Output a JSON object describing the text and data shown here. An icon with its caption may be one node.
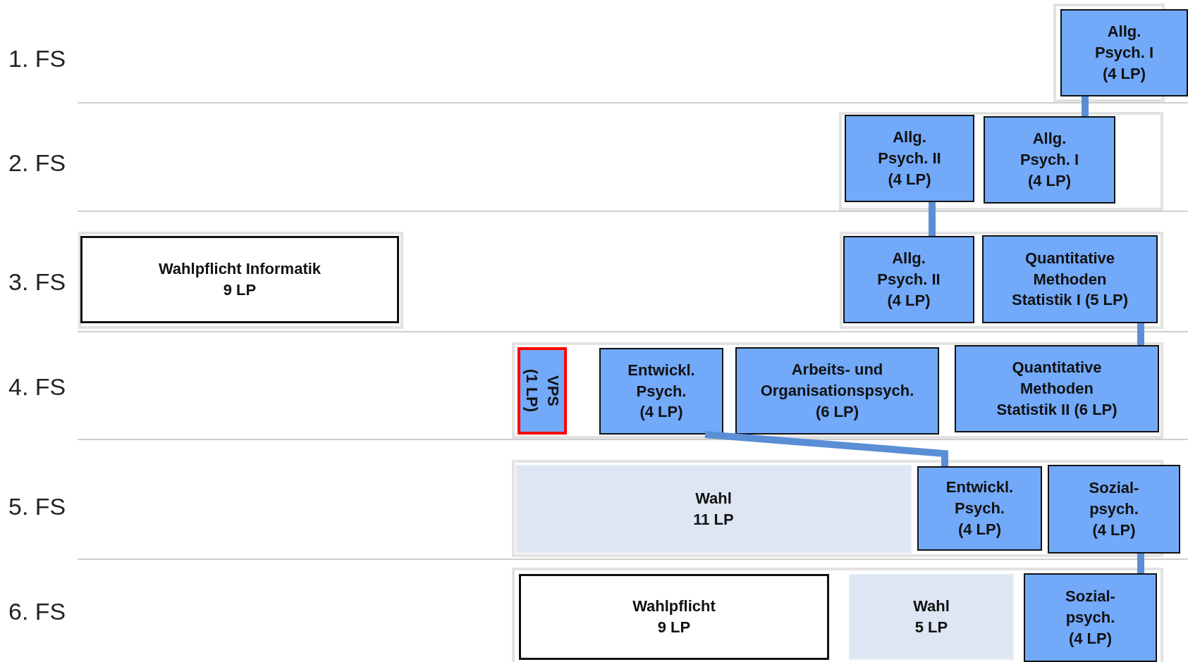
{
  "diagram": {
    "nodes": [
      {
        "text": [
          "Allg. Psych. I (4 LP)"
        ]
      },
      {
        "text": [
          "Allg. Psych. II (4 LP)"
        ]
      },
      {
        "text": [
          "Allg. Psych. I (4 LP)"
        ]
      },
      {
        "text": [
          "Wahlpflicht Informatik 9 LP"
        ]
      },
      {
        "text": [
          "Allg. Psych. II (4 LP)"
        ]
      },
      {
        "text": [
          "Quantitative Methoden Statistik I (5 LP)"
        ]
      },
      {
        "text": [
          "VPS (1 LP)"
        ]
      },
      {
        "text": [
          "Entwickl. Psych. (4 LP)"
        ]
      },
      {
        "text": [
          "Arbeits- und Organisationspsych. (6 LP)"
        ]
      },
      {
        "text": [
          "Quantitative Methoden Statistik II (6 LP)"
        ]
      },
      {
        "text": [
          "Wahl 11 LP"
        ]
      },
      {
        "text": [
          "Entwickl. Psych. (4 LP)"
        ]
      },
      {
        "text": [
          "Sozial- psych. (4 LP)"
        ]
      },
      {
        "text": [
          "Wahlpflicht 9 LP"
        ]
      },
      {
        "text": [
          "Wahl 5 LP"
        ]
      },
      {
        "text": [
          "Sozial- psych. (4 LP)"
        ]
      }
    ],
    "edges": [
      {
        "from": 0,
        "to": 2,
        "arrow": "none"
      },
      {
        "from": 1,
        "to": 4,
        "arrow": "none"
      },
      {
        "from": 5,
        "to": 9,
        "arrow": "none"
      },
      {
        "from": 7,
        "to": 11,
        "arrow": "none"
      },
      {
        "from": 12,
        "to": 15,
        "arrow": "none"
      }
    ],
    "labels": [
      "1. FS",
      "2. FS",
      "3. FS",
      "4. FS",
      "5. FS",
      "6. FS"
    ]
  }
}
